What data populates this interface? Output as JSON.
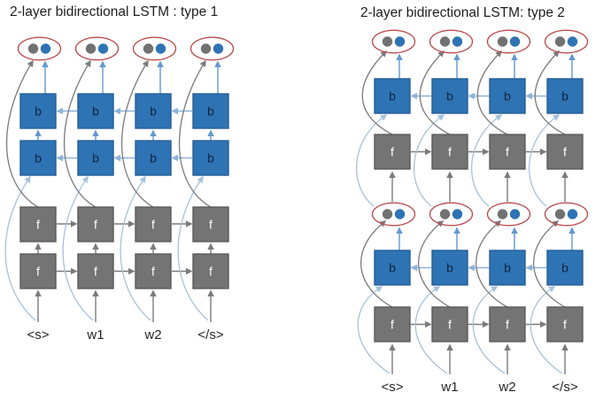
{
  "colors": {
    "background": "#ffffff",
    "box_blue": "#2e73b4",
    "box_blue_border": "#255e94",
    "box_gray": "#747474",
    "box_gray_border": "#5b5b5b",
    "letter_dark": "#10253f",
    "letter_light": "#ffffff",
    "ellipse_red": "#b94b4b",
    "dot_gray": "#717171",
    "dot_blue": "#2e73b4",
    "arrow_gray": "#7b7b7b",
    "arrow_blue": "#6499cf",
    "arrow_blue_light": "#8db2da",
    "curve_blue": "#a6c1dd",
    "text": "#262626"
  },
  "diagrams": [
    {
      "title": "2-layer bidirectional LSTM : type 1",
      "forward_letter": "f",
      "backward_letter": "b",
      "words": [
        "<s>",
        "w1",
        "w2",
        "</s>"
      ],
      "output_dots": [
        "gray",
        "blue"
      ]
    },
    {
      "title": "2-layer bidirectional LSTM: type 2",
      "forward_letter": "f",
      "backward_letter": "b",
      "words": [
        "<s>",
        "w1",
        "w2",
        "</s>"
      ],
      "output_dots": [
        "gray",
        "blue"
      ]
    }
  ]
}
